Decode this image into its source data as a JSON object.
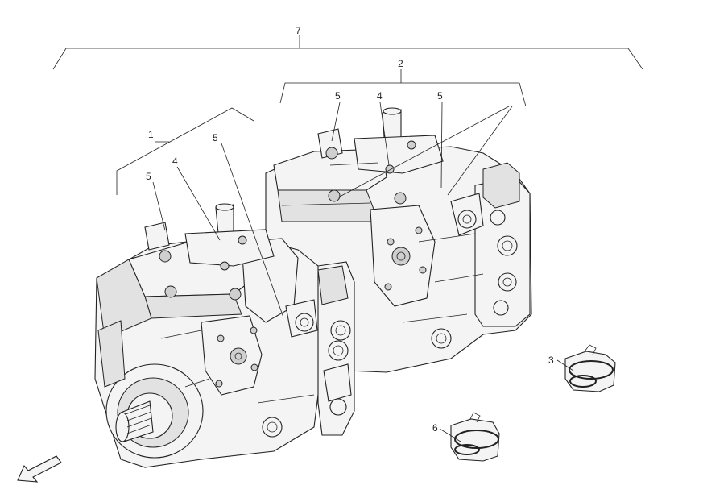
{
  "callouts": {
    "c7": "7",
    "c2": "2",
    "c1": "1",
    "c5a": "5",
    "c4a": "4",
    "c5b": "5",
    "c5c": "5",
    "c4b": "4",
    "c5d": "5",
    "c3": "3",
    "c6": "6"
  },
  "icons": {
    "direction": "direction-arrow-icon",
    "watermark": "watermark-logo"
  }
}
